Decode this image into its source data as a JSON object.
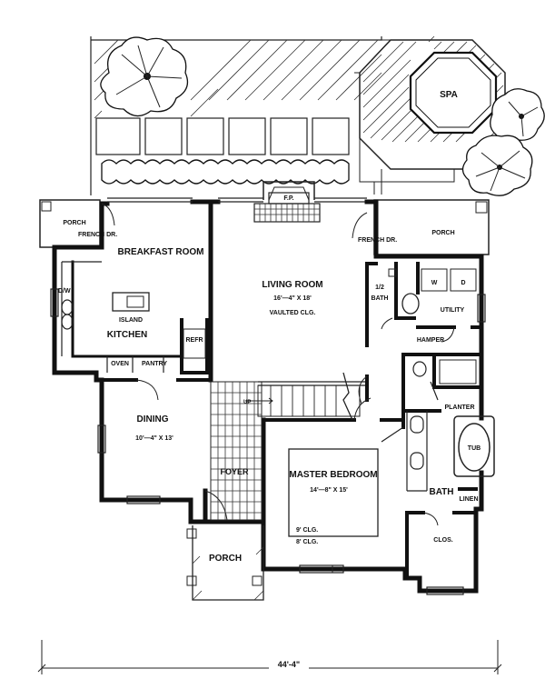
{
  "rooms": {
    "spa": "SPA",
    "porch_left": "PORCH",
    "french_dr_left": "FRENCH DR.",
    "fireplace": "F.P.",
    "porch_right": "PORCH",
    "french_dr_right": "FRENCH DR.",
    "breakfast_room": "BREAKFAST ROOM",
    "living_room": "LIVING ROOM",
    "living_dims": "16'—4\" X 18'",
    "living_ceiling": "VAULTED CLG.",
    "dw": "D/W",
    "island": "ISLAND",
    "kitchen": "KITCHEN",
    "refr": "REFR",
    "oven": "OVEN",
    "pantry": "PANTRY",
    "half_bath_1": "1/2",
    "half_bath_2": "BATH",
    "washer": "W",
    "dryer": "D",
    "utility": "UTILITY",
    "hamper": "HAMPER",
    "planter": "PLANTER",
    "up": "UP",
    "dining": "DINING",
    "dining_dims": "10'—4\" X 13'",
    "tub": "TUB",
    "foyer": "FOYER",
    "master_bedroom": "MASTER BEDROOM",
    "master_dims": "14'—8\" X 15'",
    "bath": "BATH",
    "linen": "LINEN",
    "clg_9": "9' CLG.",
    "clg_8": "8' CLG.",
    "clos": "CLOS.",
    "porch_front": "PORCH"
  },
  "dimensions": {
    "overall_width": "44'-4\""
  }
}
